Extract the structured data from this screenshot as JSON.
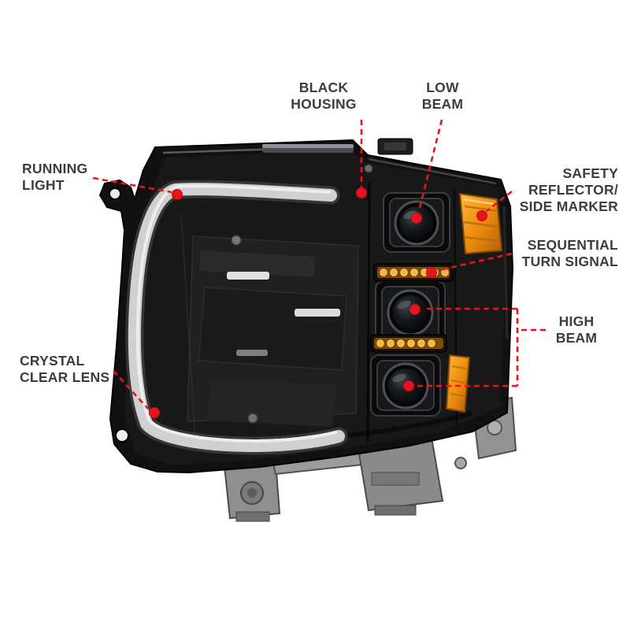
{
  "page": {
    "background_color": "#ffffff"
  },
  "figure": {
    "subject": "Black projector headlight assembly with annotated features"
  },
  "colors": {
    "annotation_red": "#e8131c",
    "label_text": "#3d3d3d",
    "housing_black": "#111111",
    "amber_reflector": "#ef8d0e",
    "drl_bar_gray": "#cfd0d2",
    "bracket_gray": "#8f8f8f"
  },
  "annotation": {
    "callouts": [
      {
        "id": "black-housing",
        "label": "BLACK\nHOUSING"
      },
      {
        "id": "low-beam",
        "label": "LOW\nBEAM"
      },
      {
        "id": "running-light",
        "label": "RUNNING\nLIGHT"
      },
      {
        "id": "safety-reflector-side-marker",
        "label": "SAFETY\nREFLECTOR/\nSIDE MARKER"
      },
      {
        "id": "sequential-turn-signal",
        "label": "SEQUENTIAL\nTURN SIGNAL"
      },
      {
        "id": "high-beam",
        "label": "HIGH\nBEAM"
      },
      {
        "id": "crystal-clear-lens",
        "label": "CRYSTAL\nCLEAR LENS"
      }
    ]
  }
}
